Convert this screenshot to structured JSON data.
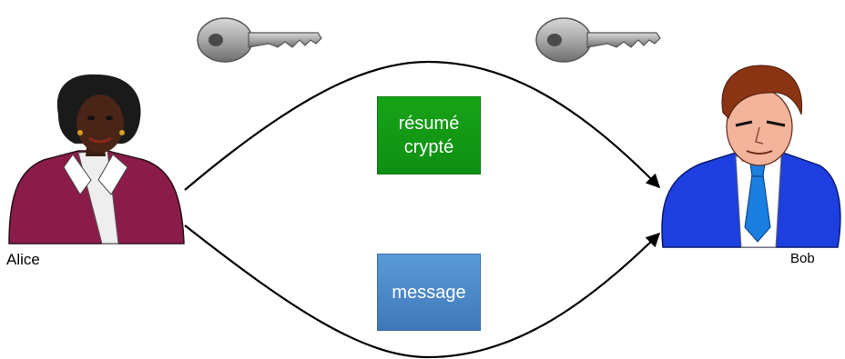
{
  "people": {
    "sender": {
      "name": "Alice",
      "icon": "woman-portrait-icon"
    },
    "receiver": {
      "name": "Bob",
      "icon": "man-portrait-icon"
    }
  },
  "boxes": {
    "encrypted_digest": {
      "line1": "résumé",
      "line2": "crypté",
      "color": "#109a14"
    },
    "message": {
      "text": "message",
      "color": "#4a88c8"
    }
  },
  "keys": [
    {
      "icon": "key-icon",
      "owner": "Alice"
    },
    {
      "icon": "key-icon",
      "owner": "Bob"
    }
  ],
  "colors": {
    "alice_jacket": "#8b1c4a",
    "bob_suit": "#1d3fe0",
    "bob_tie": "#1a7fe0"
  }
}
